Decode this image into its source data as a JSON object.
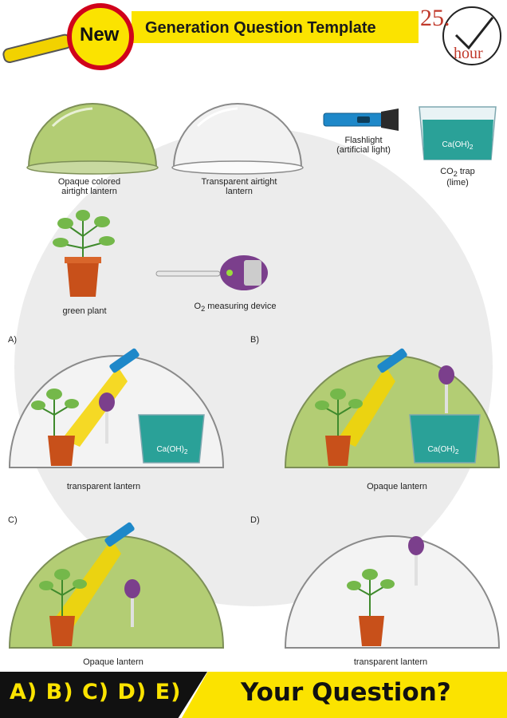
{
  "header": {
    "badge": "New",
    "title": "Generation Question Template",
    "clock_number": "25.",
    "clock_unit": "hour"
  },
  "legend": {
    "opaque_lantern": [
      "Opaque colored",
      "airtight lantern"
    ],
    "transparent_lantern": [
      "Transparent airtight",
      "lantern"
    ],
    "flashlight": [
      "Flashlight",
      "(artificial light)"
    ],
    "co2_trap": {
      "co2": "CO",
      "sub": "2",
      "trap": " trap",
      "lime": "(lime)"
    },
    "green_plant": "green plant",
    "o2_device": {
      "o": "O",
      "sub": "2",
      "rest": " measuring device"
    },
    "chemical": {
      "text": "Ca(OH)",
      "sub": "2"
    }
  },
  "options": [
    {
      "letter": "A)",
      "caption": "transparent lantern"
    },
    {
      "letter": "B)",
      "caption": "Opaque lantern"
    },
    {
      "letter": "C)",
      "caption": "Opaque lantern"
    },
    {
      "letter": "D)",
      "caption": "transparent lantern"
    }
  ],
  "footer": {
    "answers": "A) B) C) D) E)",
    "question": "Your Question?"
  },
  "colors": {
    "accent_yellow": "#fbe300",
    "badge_red": "#d0021b",
    "opaque_green": "#a8c55e",
    "water_teal": "#2aa198",
    "flashlight_blue": "#1e88c9",
    "device_purple": "#7b3f8c"
  }
}
